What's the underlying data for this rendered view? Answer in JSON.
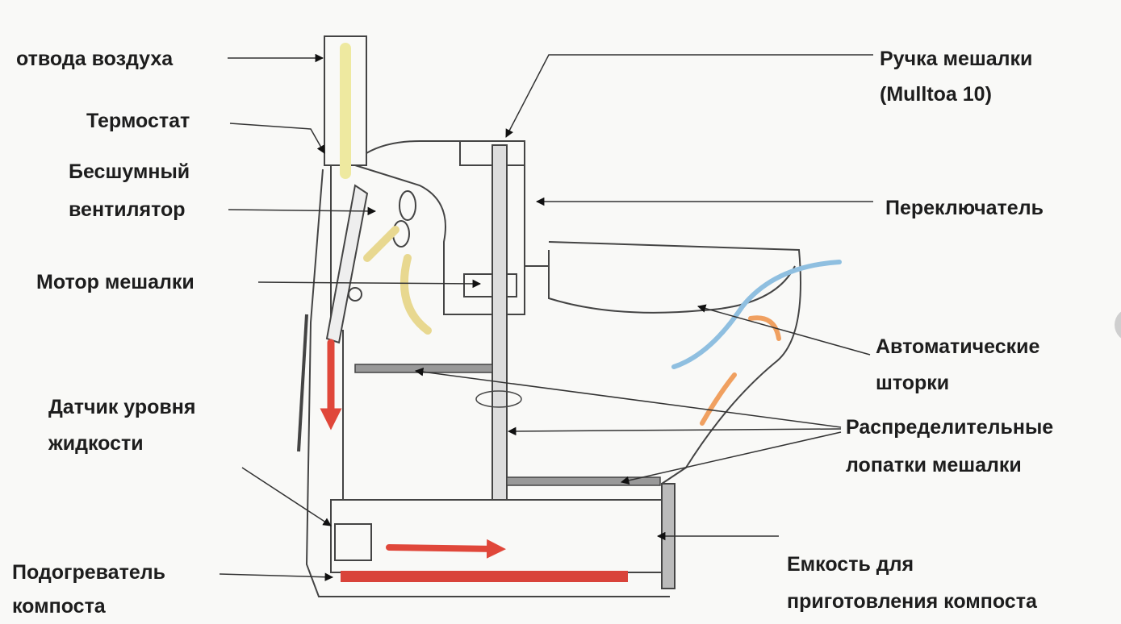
{
  "labels": {
    "air_outlet": "отвода воздуха",
    "thermostat": "Термостат",
    "fan_line1": "Бесшумный",
    "fan_line2": "вентилятор",
    "mixer_motor": "Мотор мешалки",
    "level_sensor_line1": "Датчик уровня",
    "level_sensor_line2": "жидкости",
    "heater_line1": "Подогреватель",
    "heater_line2": "компоста",
    "handle_line1": "Ручка мешалки",
    "handle_line2": "(Mulltoa 10)",
    "switch": "Переключатель",
    "shutters_line1": "Автоматические",
    "shutters_line2": "шторки",
    "blades_line1": "Распределительные",
    "blades_line2": "лопатки мешалки",
    "tank_line1": "Емкость для",
    "tank_line2": "приготовления компоста"
  },
  "colors": {
    "airflow": "#eee9a0",
    "heat": "#e0473a",
    "liquid": "#8fbfe0",
    "warm": "#f0a060",
    "pointer": "#111111"
  }
}
